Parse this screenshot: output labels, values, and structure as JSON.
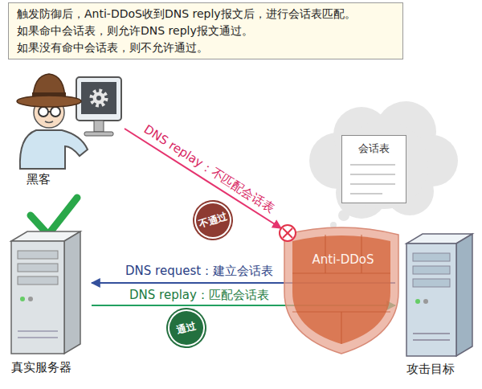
{
  "diagram": {
    "nodes": [
      {
        "text": [
          "触发防御后，Anti-DDoS收到DNS reply报文后，进行会话表匹配。",
          "如果命中会话表，则允许DNS reply报文通过。",
          "如果没有命中会话表，则不允许通过。"
        ]
      },
      {
        "text": [
          "黑客"
        ]
      },
      {
        "text": [
          "会话表"
        ]
      },
      {
        "text": [
          "不通过"
        ]
      },
      {
        "text": [
          "Anti-DDoS"
        ]
      },
      {
        "text": [
          "真实服务器"
        ]
      },
      {
        "text": [
          "通过"
        ]
      },
      {
        "text": [
          "攻击目标"
        ]
      }
    ],
    "edges": [
      {
        "from": 1,
        "to": 4,
        "arrow": "to",
        "label": "DNS replay：不匹配会话表"
      },
      {
        "from": 7,
        "to": 5,
        "arrow": "to",
        "label": "DNS request：建立会话表"
      },
      {
        "from": 5,
        "to": 7,
        "arrow": "to",
        "label": "DNS replay：匹配会话表"
      }
    ]
  }
}
